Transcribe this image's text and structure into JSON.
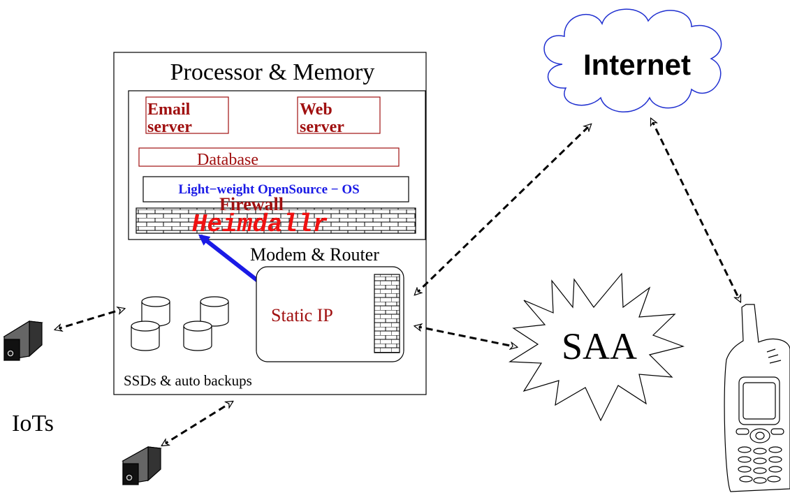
{
  "server": {
    "title": "Processor & Memory",
    "email_line1": "Email",
    "email_line2": "server",
    "web_line1": "Web",
    "web_line2": "server",
    "database": "Database",
    "os": "Light−weight OpenSource − OS",
    "firewall": "Firewall",
    "heimdallr": "Heimdallr",
    "storage": "SSDs & auto backups"
  },
  "router": {
    "title": "Modem & Router",
    "ip": "Static IP"
  },
  "internet": {
    "label": "Internet"
  },
  "saa": {
    "label": "SAA"
  },
  "iots": {
    "label": "IoTs"
  },
  "colors": {
    "dark_red": "#a01010",
    "blue": "#1a1ae6",
    "bright_red": "#ee1111",
    "cloud_outline": "#2030d0",
    "line": "#000000"
  },
  "icons": [
    "cloud-icon",
    "explosion-icon",
    "camera-icon",
    "mobile-phone-icon",
    "disk-icon",
    "brick-wall-icon"
  ]
}
